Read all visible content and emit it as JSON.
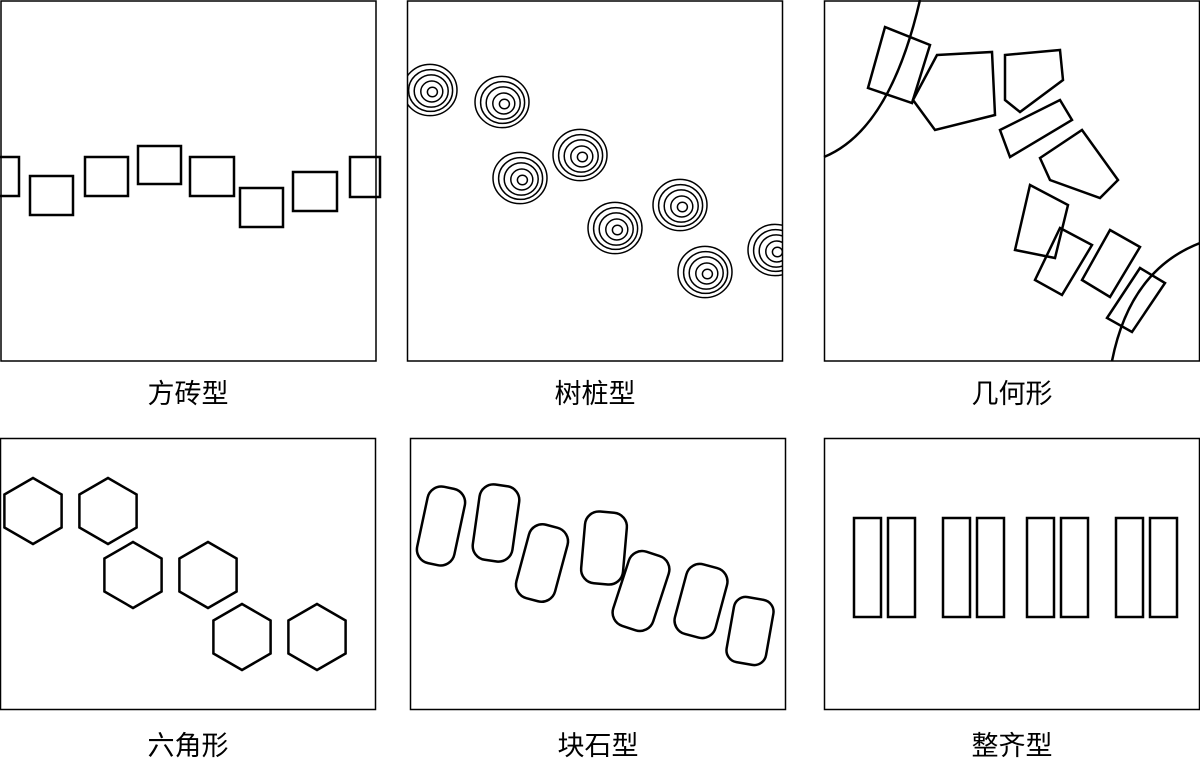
{
  "panels": [
    {
      "label": "方砖型",
      "pattern": "square-bricks"
    },
    {
      "label": "树桩型",
      "pattern": "tree-stumps"
    },
    {
      "label": "几何形",
      "pattern": "geometric"
    },
    {
      "label": "六角形",
      "pattern": "hexagons"
    },
    {
      "label": "块石型",
      "pattern": "block-stones"
    },
    {
      "label": "整齐型",
      "pattern": "regular-rectangles"
    }
  ],
  "colors": {
    "stroke": "#000000",
    "background": "#ffffff"
  }
}
